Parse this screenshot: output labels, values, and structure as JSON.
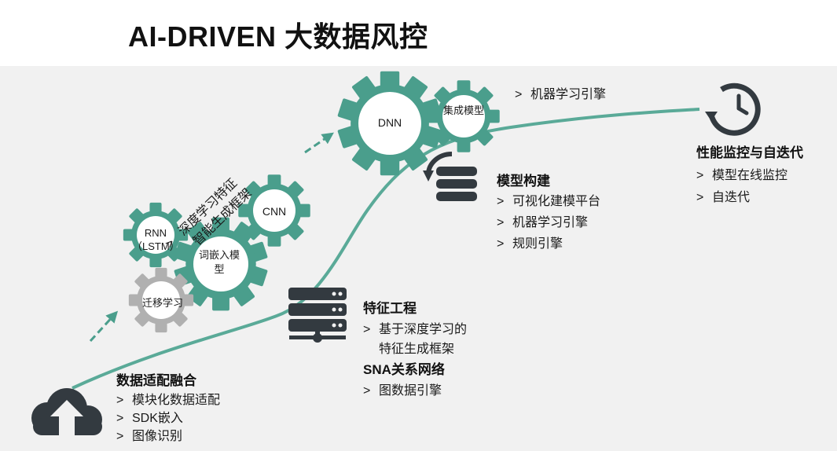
{
  "title": "AI-DRIVEN 大数据风控",
  "colors": {
    "teal": "#4a9e8c",
    "dark": "#333a40",
    "gray": "#b0b0b0",
    "panel": "#f1f1f1"
  },
  "gears": {
    "dnn": "DNN",
    "ensemble": "集成模型",
    "cnn": "CNN",
    "rnn_line1": "RNN",
    "rnn_line2": "（LSTM）",
    "embedding": "词嵌入模型",
    "transfer": "迁移学习"
  },
  "rotated_text": {
    "prefix": ">",
    "line1": "深度学习特征",
    "line2": "智能生成框架"
  },
  "top_item": {
    "bullet": ">",
    "text": "机器学习引擎"
  },
  "sections": {
    "data": {
      "title": "数据适配融合",
      "items": [
        "模块化数据适配",
        "SDK嵌入",
        "图像识别"
      ]
    },
    "feature": {
      "title": "特征工程",
      "items": [
        "基于深度学习的",
        "特征生成框架"
      ]
    },
    "sna": {
      "title": "SNA关系网络",
      "items": [
        "图数据引擎"
      ]
    },
    "model": {
      "title": "模型构建",
      "items": [
        "可视化建模平台",
        "机器学习引擎",
        "规则引擎"
      ]
    },
    "monitor": {
      "title": "性能监控与自迭代",
      "items": [
        "模型在线监控",
        "自迭代"
      ]
    }
  },
  "icons": [
    "cloud-upload-icon",
    "server-network-icon",
    "database-refresh-icon",
    "clock-history-icon",
    "gear-icon",
    "arrow-icon"
  ]
}
